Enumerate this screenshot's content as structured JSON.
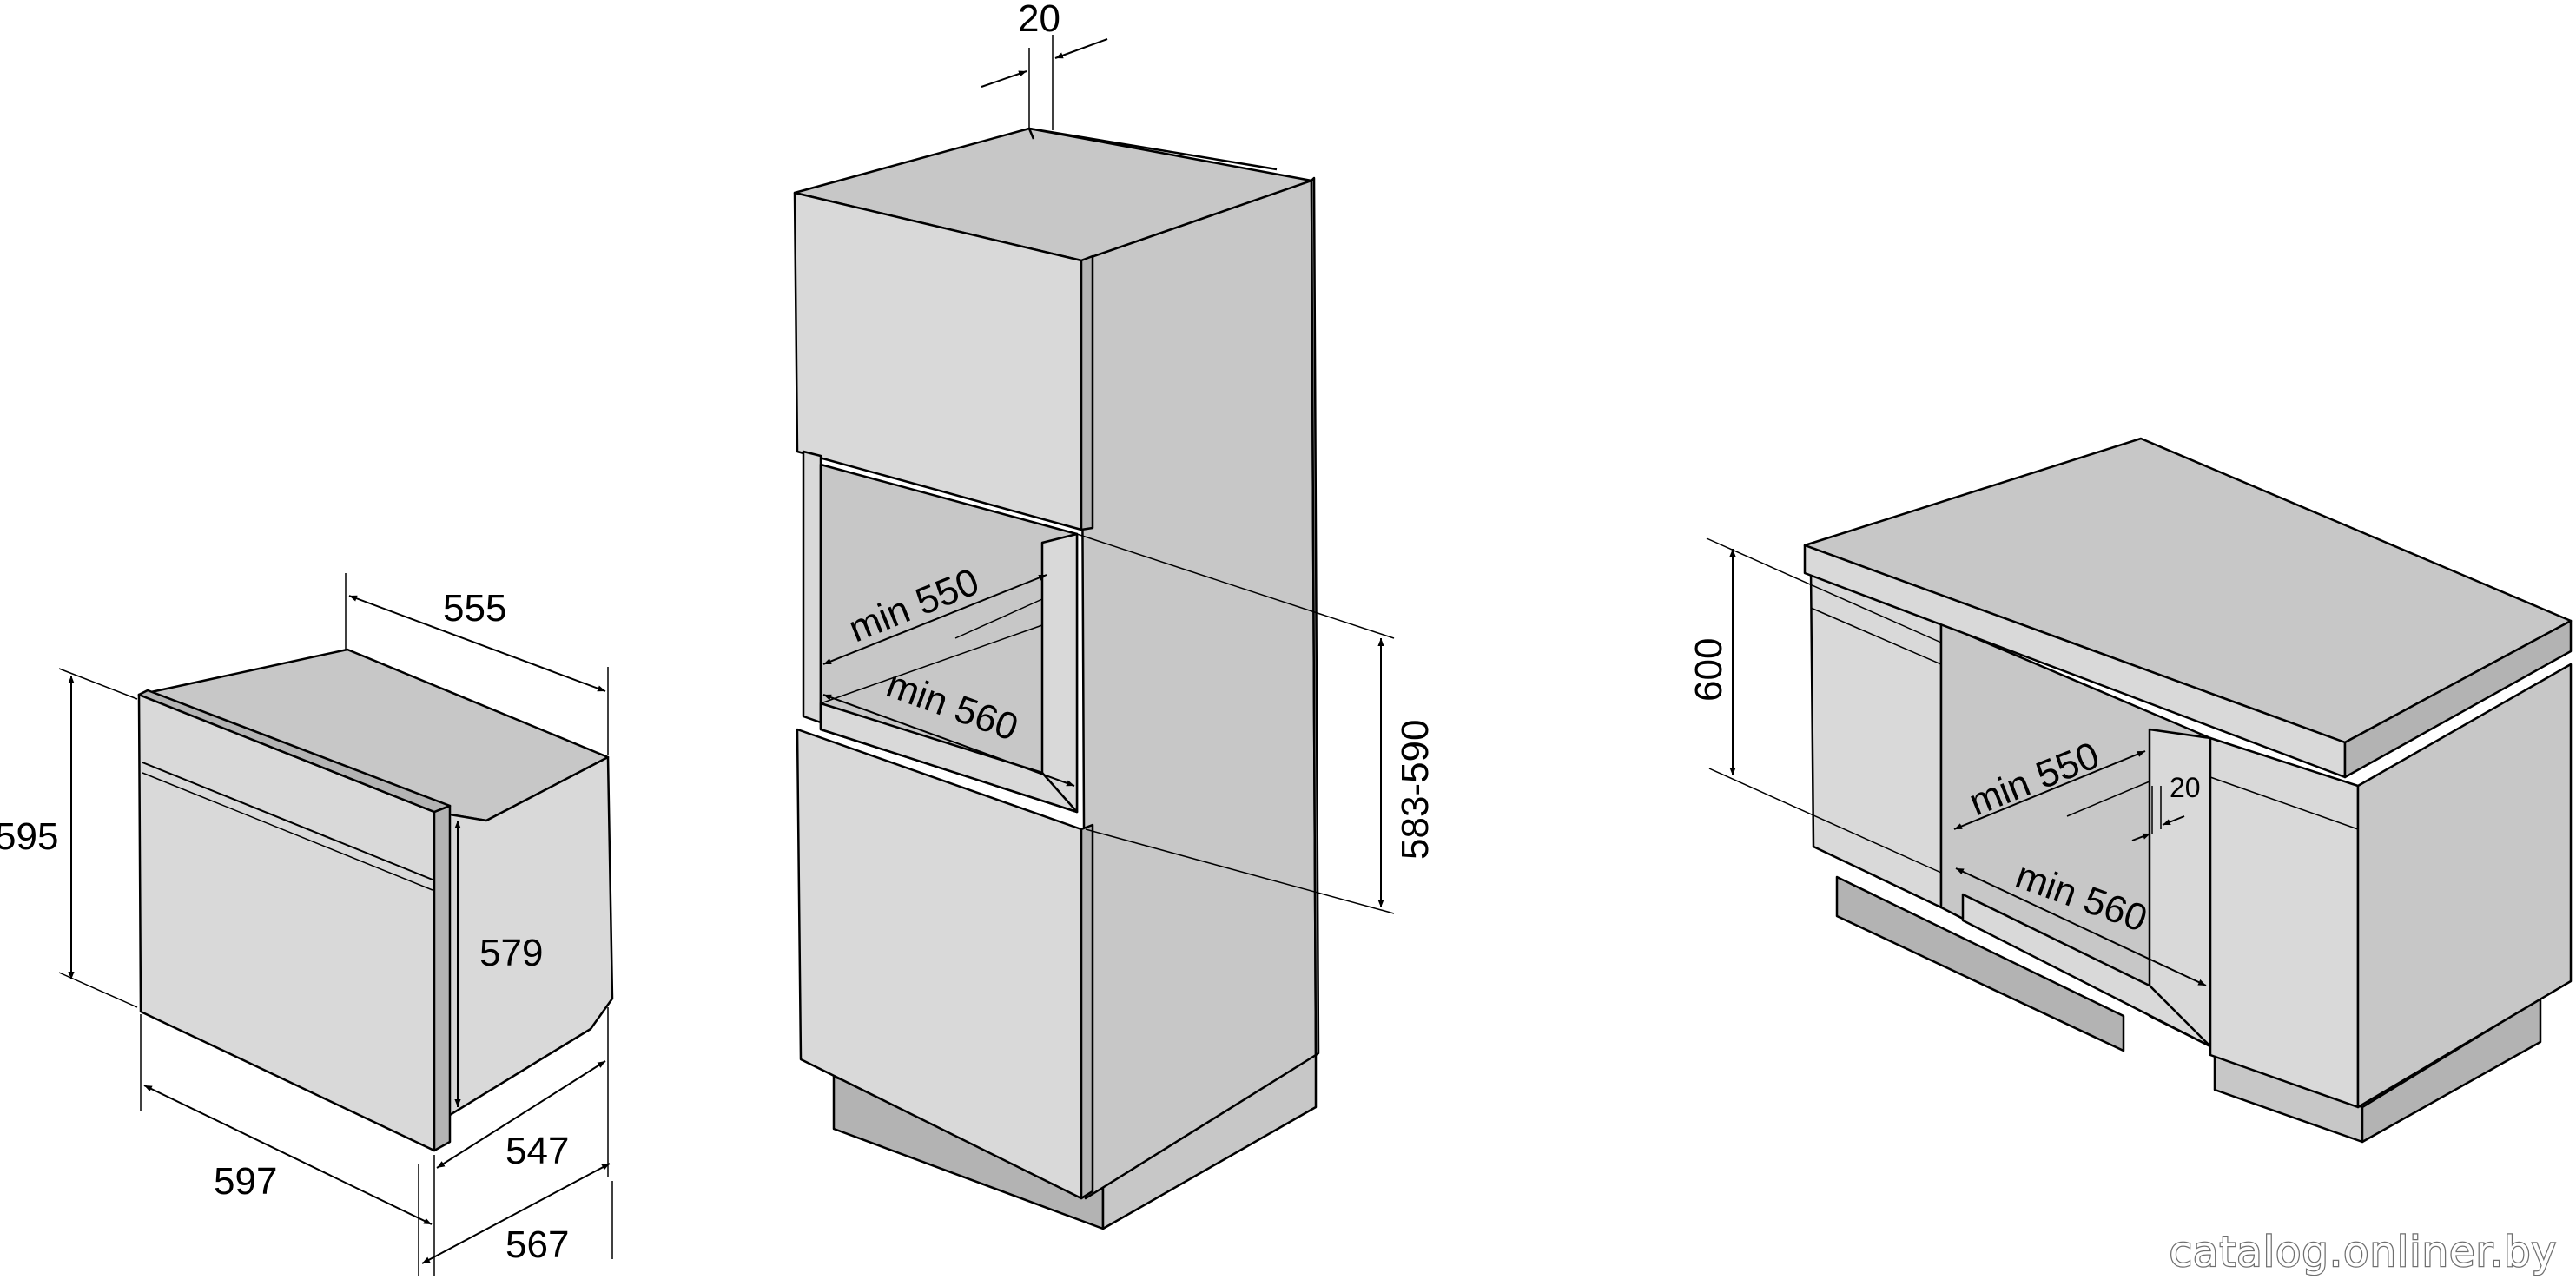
{
  "colors": {
    "face": "#c7c7c7",
    "face_light": "#d9d9d9",
    "face_dark": "#b3b3b3",
    "line": "#000000",
    "background": "#ffffff"
  },
  "oven": {
    "depth_label": "555",
    "height_label": "595",
    "inner_height_label": "579",
    "width_label": "597",
    "body_depth_label": "547",
    "total_depth_label": "567"
  },
  "tall_cabinet": {
    "top_gap_label": "20",
    "depth_label": "min 550",
    "width_label": "min 560",
    "niche_height_label": "583-590"
  },
  "counter_cabinet": {
    "height_label": "600",
    "depth_label": "min 550",
    "gap_label": "20",
    "width_label": "min 560"
  },
  "watermark": "catalog.onliner.by"
}
